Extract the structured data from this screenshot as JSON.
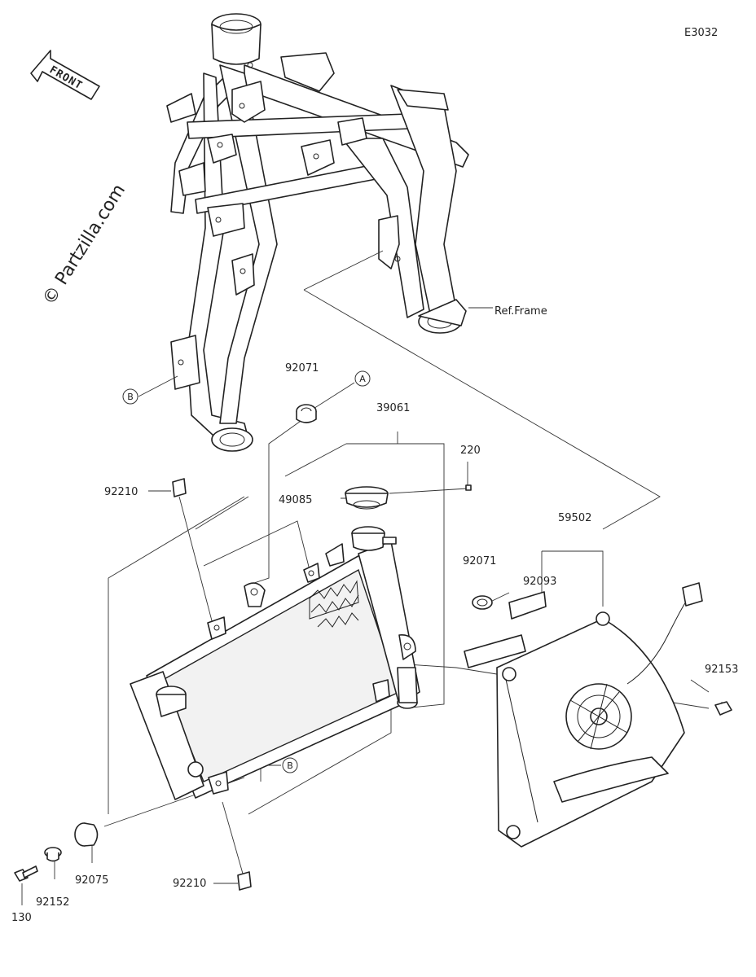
{
  "diagram": {
    "code": "E3032",
    "watermark": "© Partzilla.com",
    "front_label": "FRONT",
    "ref_frame": "Ref.Frame",
    "callouts": {
      "a": "A",
      "b": "B"
    },
    "parts": {
      "p92071_top": "92071",
      "p39061": "39061",
      "p220": "220",
      "p92210_top": "92210",
      "p49085": "49085",
      "p59502": "59502",
      "p92071_mid": "92071",
      "p92093": "92093",
      "p92153": "92153",
      "p92210_bot": "92210",
      "p92075": "92075",
      "p92152": "92152",
      "p130": "130"
    }
  }
}
